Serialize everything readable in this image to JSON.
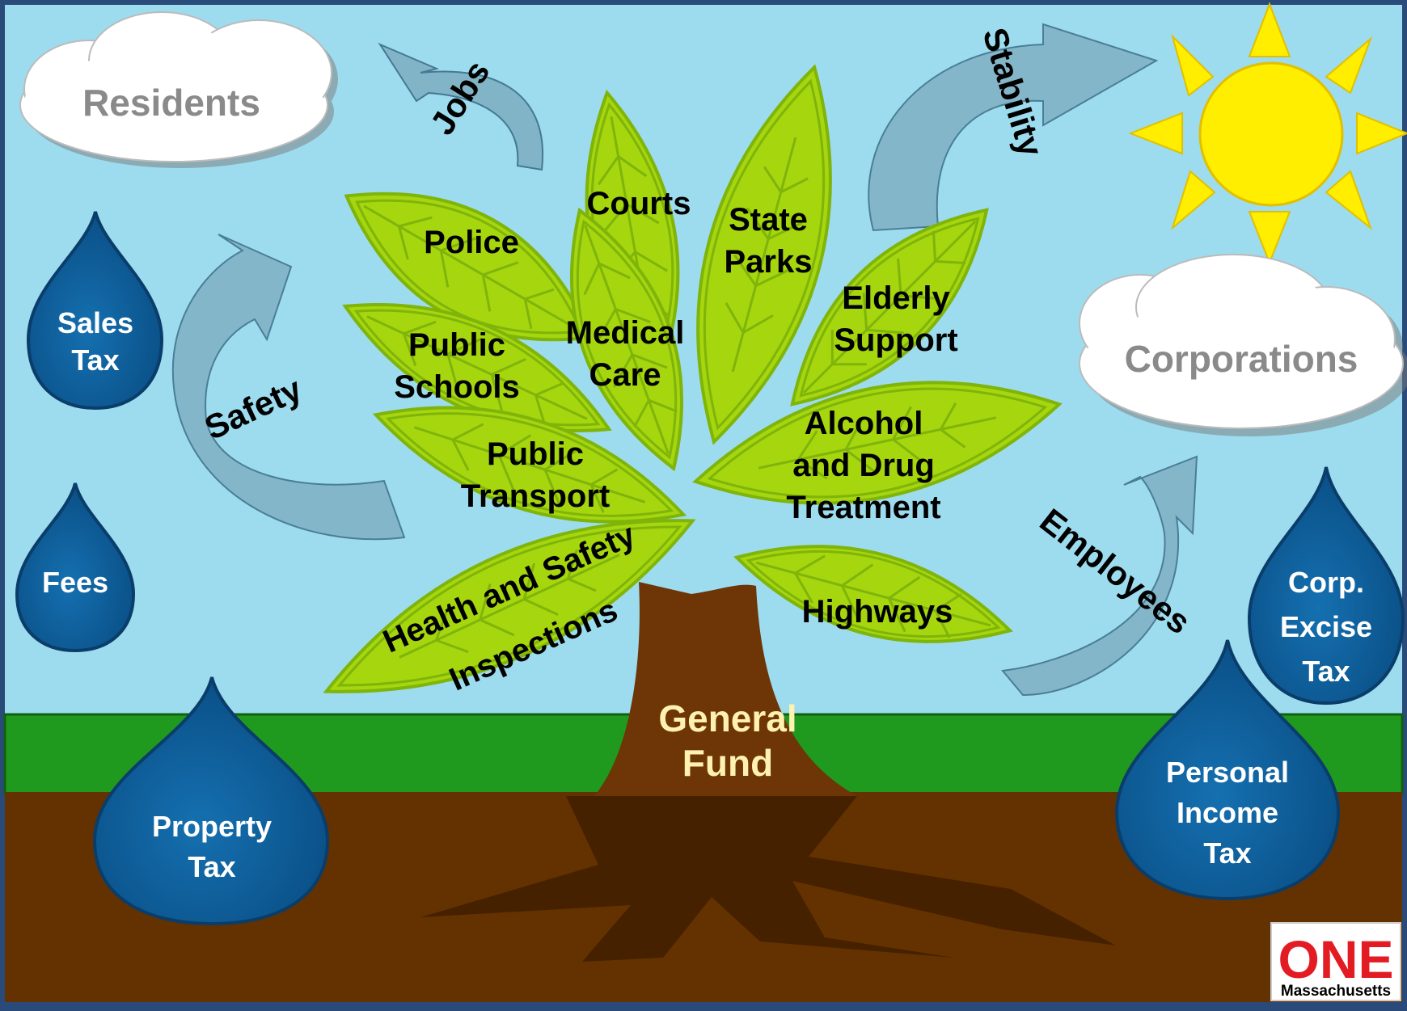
{
  "clouds": {
    "residents": "Residents",
    "corporations": "Corporations"
  },
  "flows": {
    "jobs": "Jobs",
    "stability": "Stability",
    "safety": "Safety",
    "employees": "Employees"
  },
  "leaves": {
    "police": "Police",
    "courts": "Courts",
    "state_parks": [
      "State",
      "Parks"
    ],
    "medical_care": [
      "Medical",
      "Care"
    ],
    "elderly_support": [
      "Elderly",
      "Support"
    ],
    "public_schools": [
      "Public",
      "Schools"
    ],
    "public_transport": [
      "Public",
      "Transport"
    ],
    "alcohol_drug": [
      "Alcohol",
      "and Drug",
      "Treatment"
    ],
    "highways": "Highways",
    "health_safety": [
      "Health and Safety",
      "Inspections"
    ]
  },
  "trunk": [
    "General",
    "Fund"
  ],
  "drops": {
    "sales_tax": [
      "Sales",
      "Tax"
    ],
    "fees": "Fees",
    "property_tax": [
      "Property",
      "Tax"
    ],
    "corp_excise_tax": [
      "Corp.",
      "Excise",
      "Tax"
    ],
    "personal_income_tax": [
      "Personal",
      "Income",
      "Tax"
    ]
  },
  "logo": {
    "main": "ONE",
    "sub": "Massachusetts"
  },
  "colors": {
    "sky": "#9ddcee",
    "grass": "#1f9a1f",
    "soil": "#643200",
    "trunk": "#6e3506",
    "leaf": "#a6d60e",
    "drop": "#0c5a93",
    "sun": "#ffee00",
    "arrow": "#7fb0c2",
    "logo_red": "#e31b23"
  }
}
